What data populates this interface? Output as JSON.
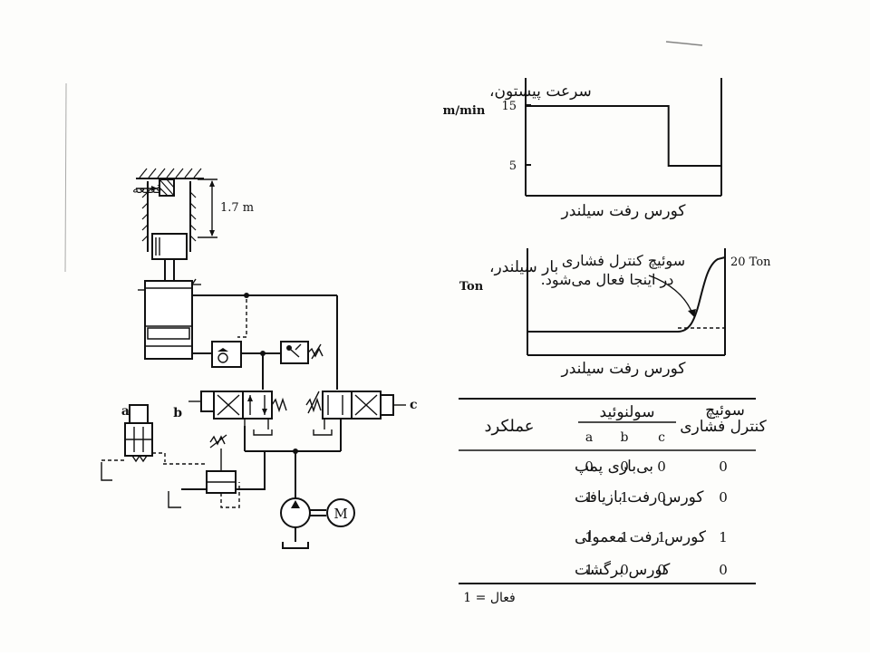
{
  "hydraulic_circuit": {
    "workpiece_label": "قطعه",
    "stroke_dimension": "1.7 m",
    "solenoid_a": "a",
    "solenoid_b": "b",
    "solenoid_c": "c",
    "motor_label": "M"
  },
  "chart_data": [
    {
      "type": "line",
      "ylabel": "سرعت پیستون، m/min",
      "ylabel_line1": "سرعت پیستون،",
      "ylabel_line2": "m/min",
      "xlabel": "کورس رفت سیلندر",
      "y_ticks": [
        "15",
        "5"
      ],
      "series": [
        {
          "x": [
            0,
            0.73,
            0.73,
            1.0
          ],
          "y": [
            15,
            15,
            5,
            5
          ]
        }
      ]
    },
    {
      "type": "line",
      "ylabel": "بار سیلندر، Ton",
      "ylabel_line1": "بار سیلندر،",
      "ylabel_line2": "Ton",
      "xlabel": "کورس رفت سیلندر",
      "max_label": "20 Ton",
      "annotation_line1": "سوئیچ کنترل فشاری",
      "annotation_line2": "در اینجا فعال می‌شود."
    }
  ],
  "table": {
    "header_action": "عملکرد",
    "header_solenoid": "سولنوئید",
    "header_switch_line1": "سوئیچ",
    "header_switch_line2": "کنترل فشاری",
    "subheaders": [
      "a",
      "b",
      "c"
    ],
    "rows": [
      {
        "action": "بی‌باری پمپ",
        "a": "0",
        "b": "0",
        "c": "0",
        "switch": "0"
      },
      {
        "action": "کورس رفت بازیافت",
        "a": "1",
        "b": "1",
        "c": "0",
        "switch": "0"
      },
      {
        "action": "کورس رفت معمولی",
        "a": "1",
        "b": "1",
        "c": "1",
        "switch": "1"
      },
      {
        "action": "کورس برگشت",
        "a": "1",
        "b": "0",
        "c": "0",
        "switch": "0"
      }
    ],
    "footnote": "فعال = 1"
  }
}
